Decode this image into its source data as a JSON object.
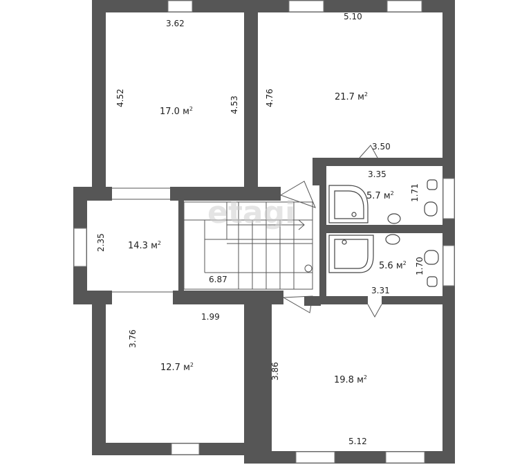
{
  "watermark": "etagi",
  "rooms": [
    {
      "id": "room-top-left",
      "area": "17.0",
      "unit": "м",
      "dims": [
        "3.62",
        "4.52",
        "4.53"
      ]
    },
    {
      "id": "room-top-right",
      "area": "21.7",
      "unit": "м",
      "dims": [
        "5.10",
        "4.76",
        "3.50"
      ]
    },
    {
      "id": "bath-upper",
      "area": "5.7",
      "unit": "м",
      "dims": [
        "3.35",
        "1.71"
      ]
    },
    {
      "id": "bath-lower",
      "area": "5.6",
      "unit": "м",
      "dims": [
        "1.70",
        "3.31"
      ]
    },
    {
      "id": "hall",
      "area": "14.3",
      "unit": "м",
      "dims": [
        "2.35",
        "6.87"
      ]
    },
    {
      "id": "room-bottom-left",
      "area": "12.7",
      "unit": "м",
      "dims": [
        "1.99",
        "3.76"
      ]
    },
    {
      "id": "room-bottom-right",
      "area": "19.8",
      "unit": "м",
      "dims": [
        "3.86",
        "5.12"
      ]
    }
  ],
  "unit_power": "2",
  "colors": {
    "wall": "#565656",
    "background": "#ffffff",
    "text": "#222222"
  }
}
